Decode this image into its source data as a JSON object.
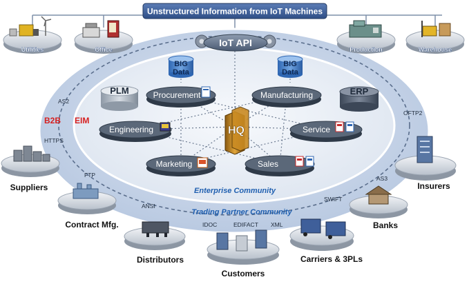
{
  "banner": {
    "title": "Unstructured Information from IoT Machines"
  },
  "iot_sources": [
    {
      "label": "Utilities"
    },
    {
      "label": "Office"
    },
    {
      "label": "Production"
    },
    {
      "label": "Warehouse"
    }
  ],
  "api": {
    "label": "IoT API"
  },
  "big_data": [
    {
      "line1": "BIG",
      "line2": "Data"
    },
    {
      "line1": "BIG",
      "line2": "Data"
    }
  ],
  "systems": {
    "plm": "PLM",
    "erp": "ERP"
  },
  "departments": {
    "procurement": "Procurement",
    "manufacturing": "Manufacturing",
    "engineering": "Engineering",
    "service": "Service",
    "marketing": "Marketing",
    "sales": "Sales"
  },
  "hq": {
    "label": "HQ"
  },
  "labels": {
    "b2b": "B2B",
    "eim": "EIM",
    "enterprise_community": "Enterprise Community",
    "trading_partner_community": "Trading Partner Community"
  },
  "protocols": {
    "as2": "AS2",
    "https": "HTTPS",
    "ftp": "FTP",
    "ansi": "ANSI",
    "idoc": "IDOC",
    "edifact": "EDIFACT",
    "xml": "XML",
    "swift": "SWIFT",
    "as3": "AS3",
    "oftp2": "OFTP2"
  },
  "partners": {
    "suppliers": "Suppliers",
    "contract_mfg": "Contract Mfg.",
    "distributors": "Distributors",
    "customers": "Customers",
    "carriers": "Carriers & 3PLs",
    "banks": "Banks",
    "insurers": "Insurers"
  },
  "colors": {
    "banner": "#3d5f9a",
    "outer_ring": "#c8d6ea",
    "inner_ring": "#edf2f9",
    "disc_dark": "#3f4b5c",
    "disc_top": "#5a677a",
    "red_label": "#d62020",
    "blue_label": "#1f5fb0"
  }
}
